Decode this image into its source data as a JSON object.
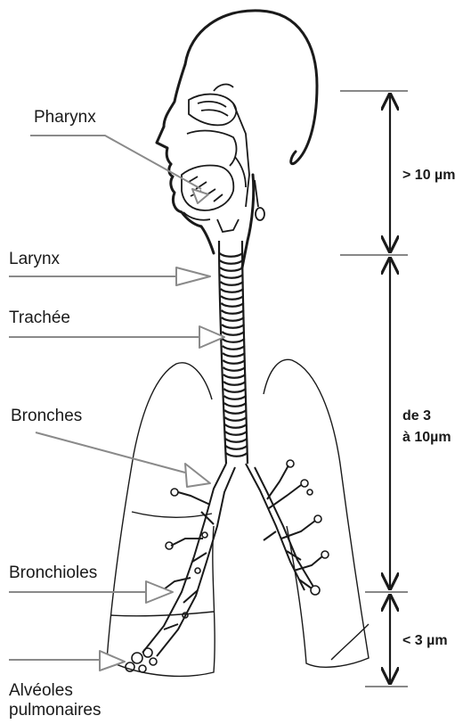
{
  "labels": {
    "pharynx": "Pharynx",
    "larynx": "Larynx",
    "trachee": "Trachée",
    "bronches": "Bronches",
    "bronchioles": "Bronchioles",
    "alveoles_line1": "Alvéoles",
    "alveoles_line2": "pulmonaires"
  },
  "ranges": {
    "upper": "> 10 µm",
    "middle_line1": "de 3",
    "middle_line2": "à 10µm",
    "lower": "< 3 µm"
  },
  "colors": {
    "ink": "#1a1a1a",
    "leader": "#8a8a8a",
    "scale_rule": "#888888",
    "background": "#ffffff"
  }
}
